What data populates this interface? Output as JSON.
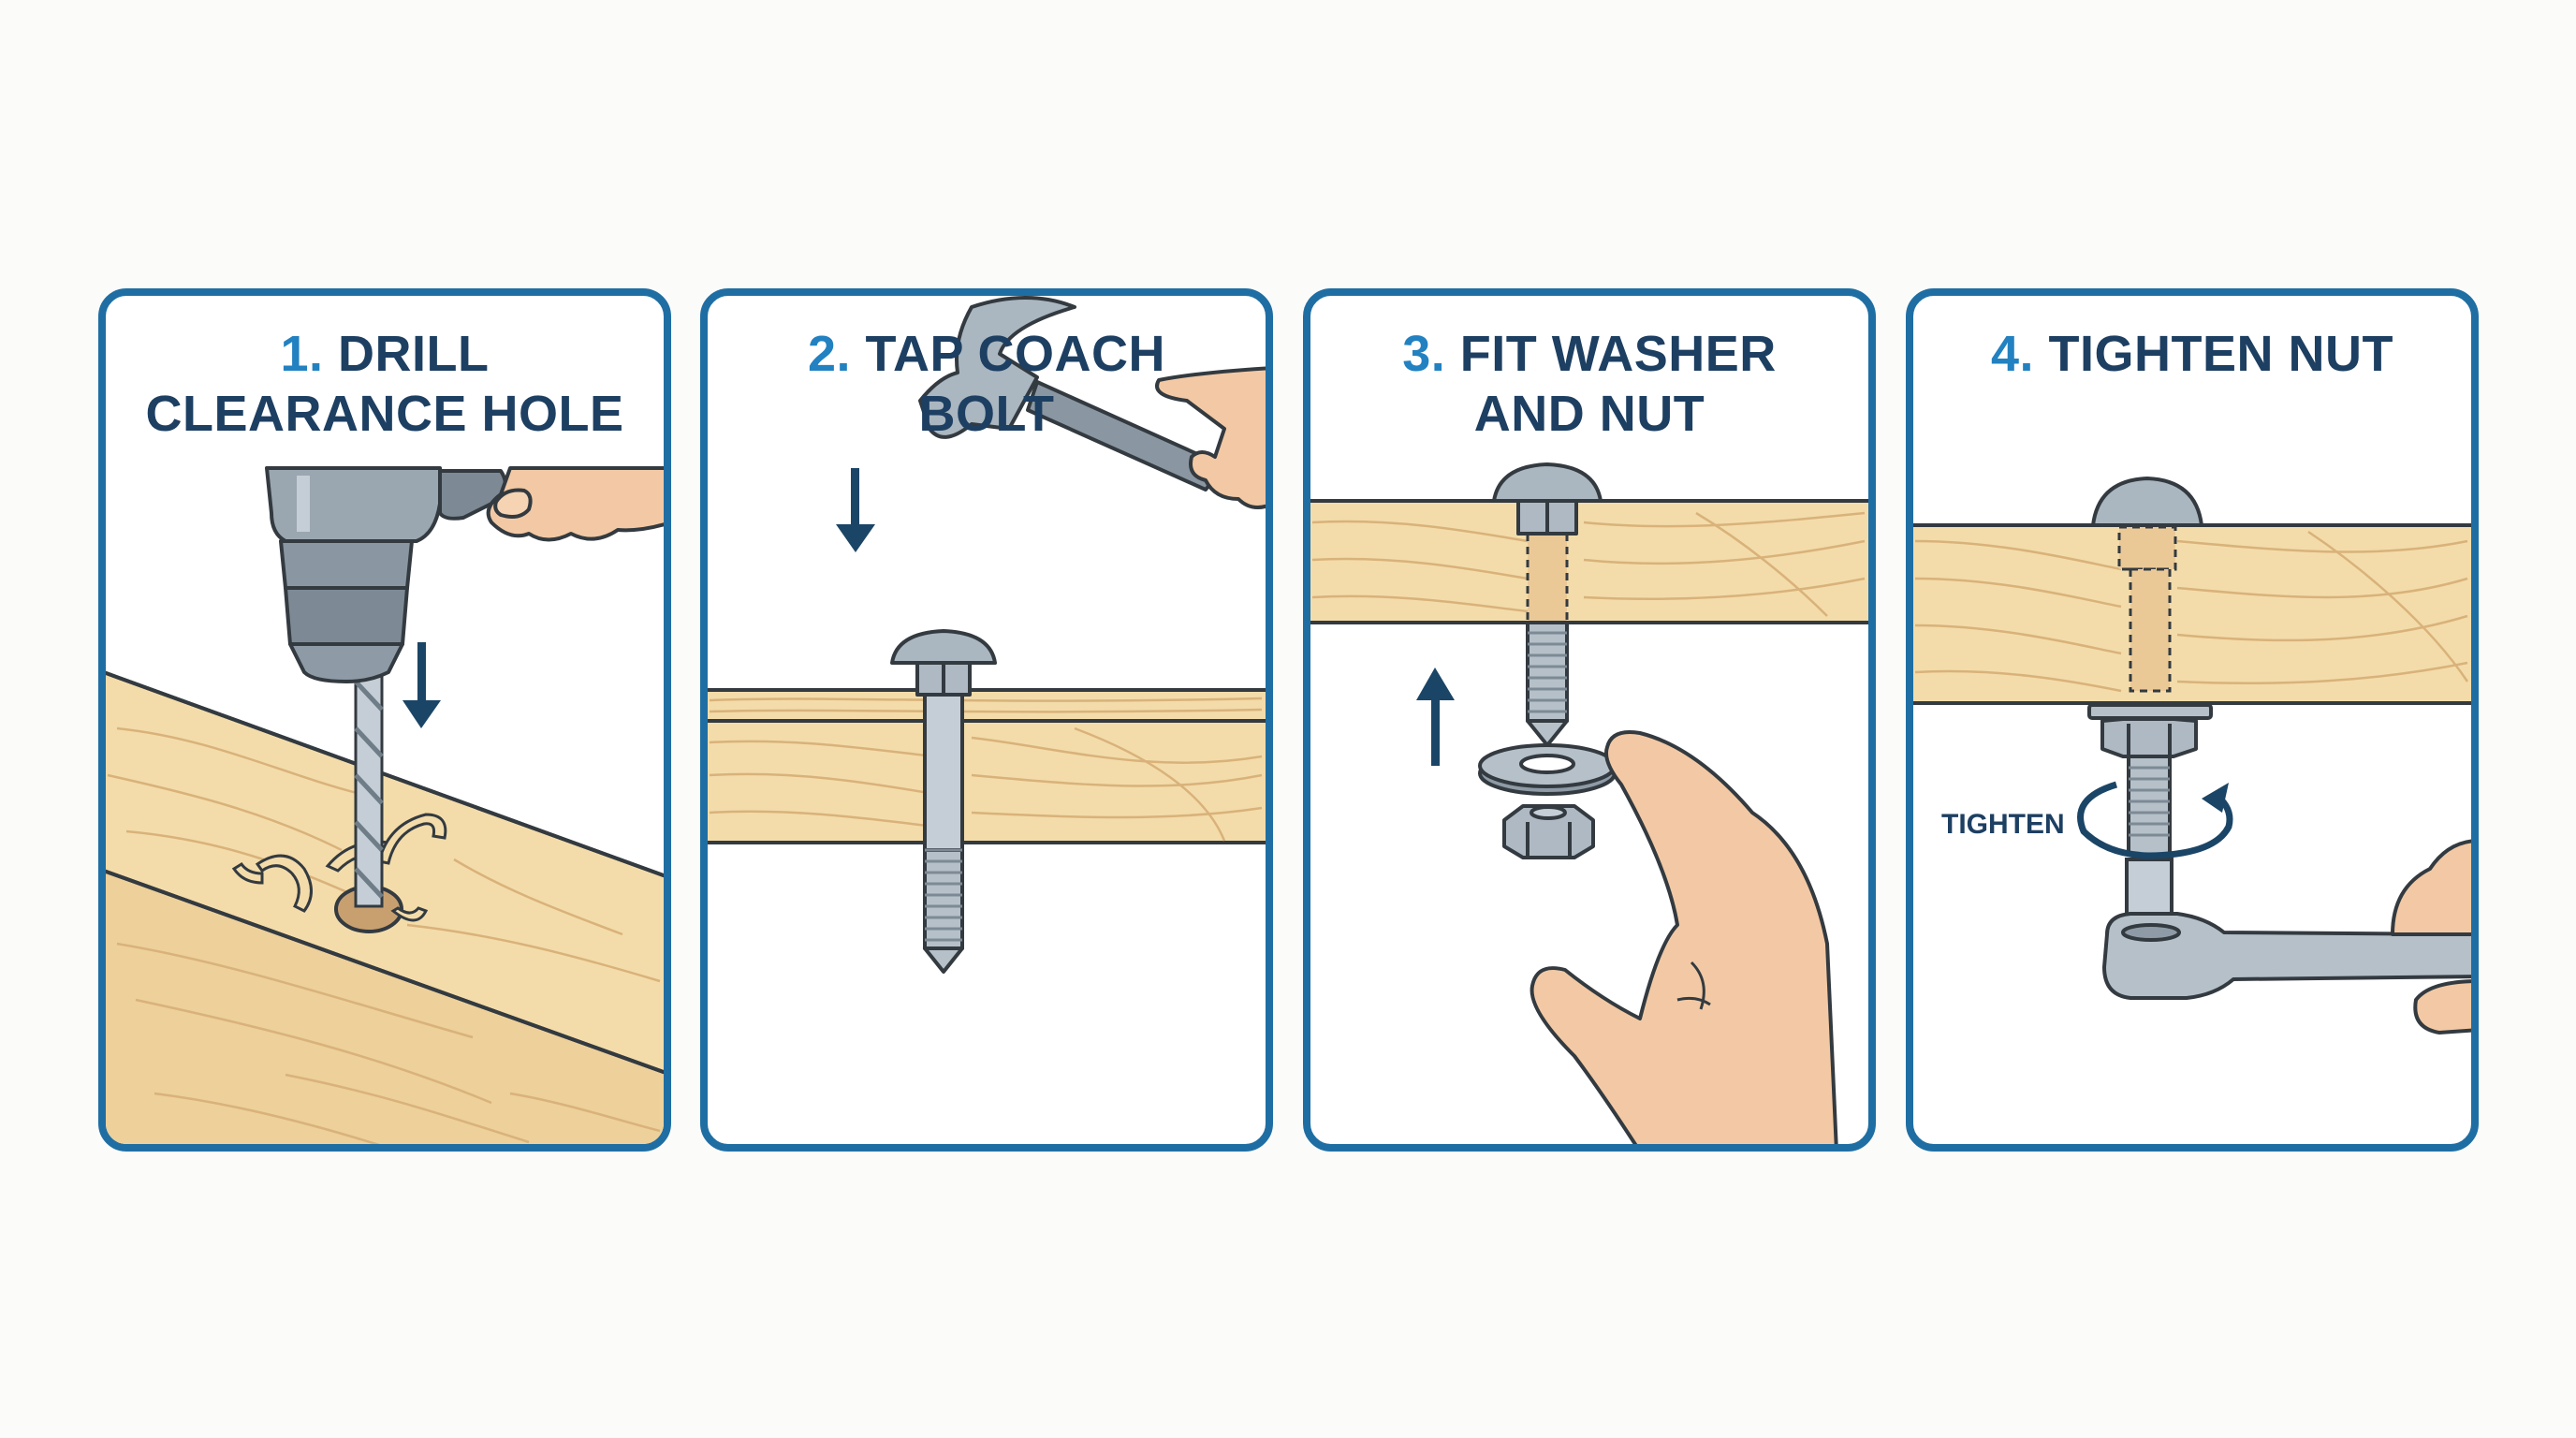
{
  "steps": [
    {
      "number": "1.",
      "title_line1": "DRILL",
      "title_line2": "CLEARANCE HOLE",
      "illustration": "drill-boring-hole-in-timber"
    },
    {
      "number": "2.",
      "title_line1": "TAP COACH",
      "title_line2": "BOLT",
      "illustration": "hammer-tapping-coach-bolt"
    },
    {
      "number": "3.",
      "title_line1": "FIT WASHER",
      "title_line2": "AND NUT",
      "illustration": "hand-fitting-washer-and-nut"
    },
    {
      "number": "4.",
      "title_line1": "TIGHTEN NUT",
      "title_line2": "",
      "illustration": "wrench-tightening-nut",
      "annotation": "TIGHTEN"
    }
  ],
  "colors": {
    "panel_border": "#1f6ea3",
    "title_text": "#1d3f62",
    "step_number": "#2281c1",
    "arrow": "#1b4566",
    "wood": "#f3dcaa",
    "wood_grain": "#d9b27a",
    "metal": "#aab6c0",
    "skin": "#f2c9a4",
    "outline": "#333a40"
  },
  "icons": {
    "down_arrow": "arrow-down-icon",
    "up_arrow": "arrow-up-icon",
    "rotate_arrow": "rotate-clockwise-icon"
  }
}
